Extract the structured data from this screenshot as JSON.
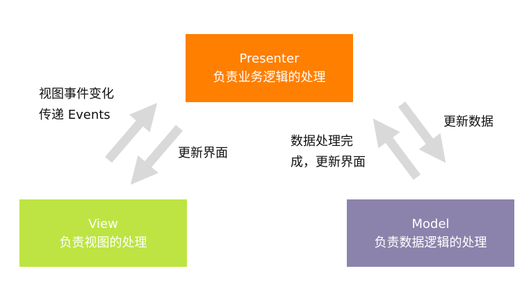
{
  "colors": {
    "presenter": "#ff7f00",
    "view": "#bde442",
    "model": "#8c83ac",
    "arrow": "#d9d9d9"
  },
  "presenter": {
    "title": "Presenter",
    "subtitle": "负责业务逻辑的处理"
  },
  "view": {
    "title": "View",
    "subtitle": "负责视图的处理"
  },
  "model": {
    "title": "Model",
    "subtitle": "负责数据逻辑的处理"
  },
  "labels": {
    "view_events_line1": "视图事件变化",
    "view_events_line2": "传递 Events",
    "update_view": "更新界面",
    "done_line1": "数据处理完",
    "done_line2": "成，更新界面",
    "update_data": "更新数据"
  }
}
